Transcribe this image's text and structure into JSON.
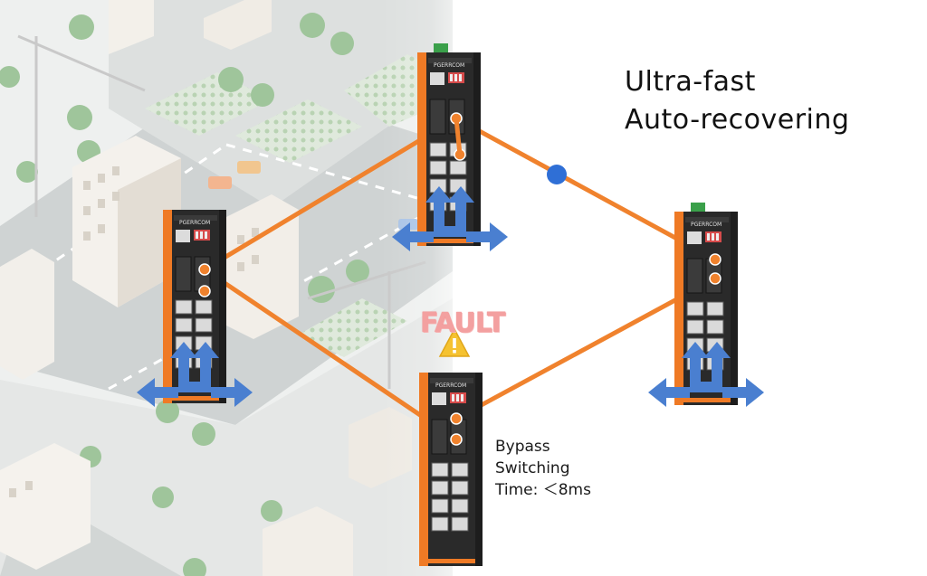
{
  "headline": {
    "line1": "Ultra-fast",
    "line2": "Auto-recovering"
  },
  "bypass": {
    "line1": "Bypass",
    "line2": "Switching",
    "line3": "Time: ＜8ms"
  },
  "fault_label": "FAULT",
  "device_brand": "PGERRCOM",
  "colors": {
    "ring": "#f0822d",
    "arrow": "#4a7fd0",
    "fault": "#f08c8c",
    "warning": "#f5c230",
    "node": "#2f6fd6"
  }
}
